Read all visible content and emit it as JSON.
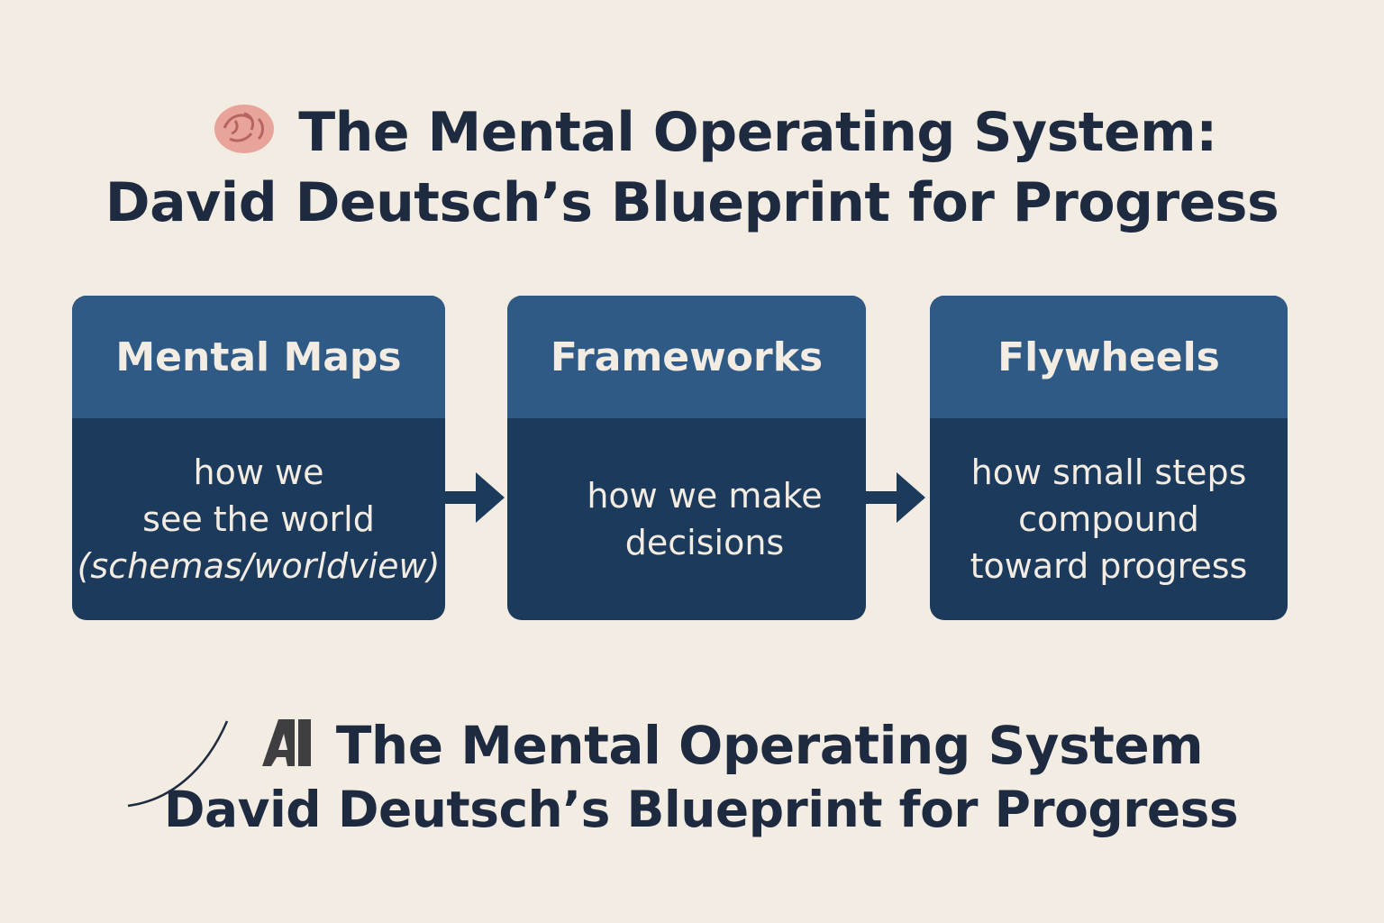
{
  "header": {
    "icon": "brain-icon",
    "line1": "The Mental Operating System:",
    "line2": "David Deutsch’s Blueprint for Progress"
  },
  "boxes": [
    {
      "title": "Mental Maps",
      "lines": [
        "how we",
        "see the world",
        "(schemas/worldview)"
      ]
    },
    {
      "title": "Frameworks",
      "lines": [
        "how we make",
        "decisions"
      ]
    },
    {
      "title": "Flywheels",
      "lines": [
        "how small steps",
        "compound",
        "toward progress"
      ]
    }
  ],
  "footer": {
    "icon": "ai-logo-icon",
    "line1": "The Mental Operating System",
    "line2": "David Deutsch’s Blueprint for Progress"
  },
  "colors": {
    "background": "#f3ece2",
    "box_header": "#2e5a85",
    "box_body": "#1c3a5b",
    "text": "#1d2a40"
  }
}
